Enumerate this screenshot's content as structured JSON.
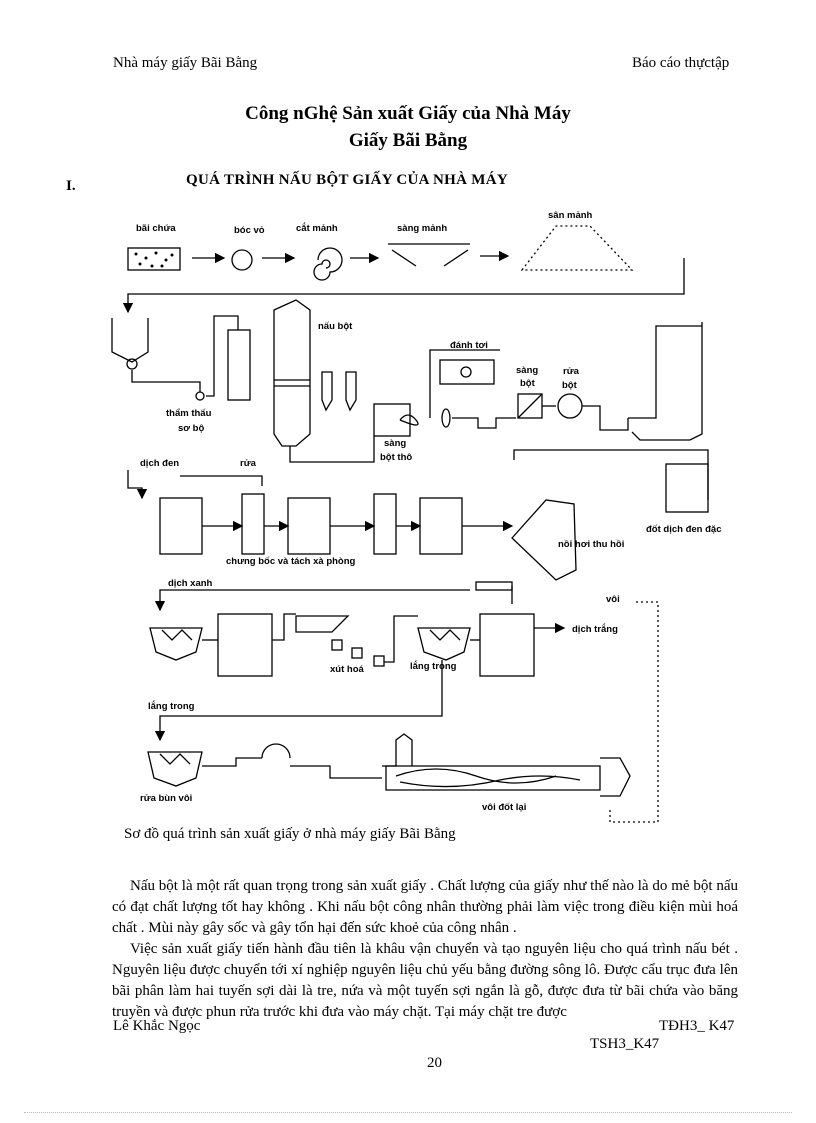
{
  "header": {
    "left": "Nhà máy giấy Bãi Bằng",
    "right": "Báo cáo thựctập"
  },
  "title": {
    "line1": "Công nGhệ Sản xuất Giấy của Nhà Máy",
    "line2": "Giấy Bãi Bằng"
  },
  "section": {
    "number": "I.",
    "title": "QUÁ TRÌNH NẤU BỘT GIẤY CỦA NHÀ MÁY"
  },
  "diagram": {
    "labels": {
      "bai_chua": "bãi chứa",
      "boc_vo": "bóc vỏ",
      "cat_manh": "cắt mảnh",
      "sang_manh": "sàng mảnh",
      "san_manh": "sân mảnh",
      "nau_bot": "nấu bột",
      "danh_toi": "đánh tơi",
      "sang_bot": "sàng",
      "sang_bot2": "bột",
      "rua_bot": "rửa",
      "rua_bot2": "bột",
      "tham_thau": "thẩm thấu",
      "so_bo": "sơ bộ",
      "sang_bot_tho": "sàng",
      "sang_bot_tho2": "bột thô",
      "dich_den": "dịch đen",
      "rua": "rửa",
      "dot_dich_den": "đốt dịch đen đặc",
      "chung_boc": "chưng bốc và tách xà phòng",
      "noi_hoi": "nồi hơi thu hồi",
      "dich_xanh": "dịch xanh",
      "voi": "vôi",
      "dich_trang": "dịch trắng",
      "xut_hoa": "xút hoá",
      "lang_trong": "lắng trong",
      "lang_trong2": "lắng trong",
      "rua_bun_voi": "rửa bùn vôi",
      "voi_dot_lai": "vôi đốt lại"
    }
  },
  "caption": "Sơ đồ quá trình sản xuất giấy ở nhà máy giấy Bãi Bằng",
  "paragraphs": [
    "Nấu bột là một rất quan trọng trong sản xuất giấy . Chất lượng của giấy như thế nào là do mẻ bột nấu có đạt chất lượng tốt hay không . Khi nấu bột công nhân thường phải làm việc trong điều kiện mùi hoá chất . Mùi này gây sốc và gây tổn hại đến sức khoẻ của công nhân .",
    "Việc sản xuất giấy tiến hành đầu tiên là khâu vận chuyển và tạo nguyên liệu cho quá trình nấu bét . Nguyên liệu được chuyển tới xí nghiệp nguyên liệu chủ yếu bằng đường sông lô. Được cẩu trục đưa lên bãi phân làm hai tuyến sợi dài là tre, nứa và một tuyến sợi ngắn là gỗ, được đưa từ bãi chứa vào băng truyền và được phun rửa trước khi đưa vào máy chặt. Tại máy chặt tre được"
  ],
  "footer": {
    "author": "Lê Khắc Ngọc",
    "class1": "TĐH3_ K47",
    "class2": "TSH3_K47",
    "page": "20"
  }
}
